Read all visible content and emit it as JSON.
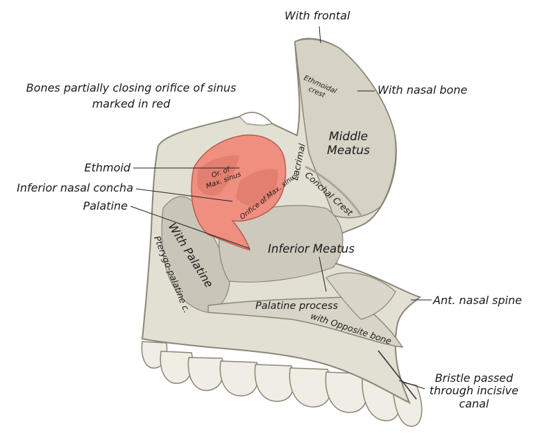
{
  "header": {
    "line1": "Bones partially closing orifice of sinus",
    "line2": "marked in red"
  },
  "labels": {
    "with_frontal": "With frontal",
    "with_nasal_bone": "With nasal bone",
    "ethmoidal_crest_1": "Ethmoidal",
    "ethmoidal_crest_2": "crest",
    "middle_meatus_1": "Middle",
    "middle_meatus_2": "Meatus",
    "lacrimal": "Lacrimal",
    "conchal_crest": "Conchal Crest",
    "ethmoid": "Ethmoid",
    "inferior_nasal_concha": "Inferior nasal concha",
    "palatine": "Palatine",
    "or_max_sinus_1": "Or. of",
    "or_max_sinus_2": "Max. sinus",
    "orifice_max_sinus": "Orifice of Max. sinus",
    "with_palatine": "With Palatine",
    "pterygo_palatine": "Pterygo-palatine c.",
    "inferior_meatus": "Inferior Meatus",
    "palatine_process": "Palatine process",
    "with_opposite_bone": "with Opposite bone",
    "ant_nasal_spine": "Ant. nasal spine",
    "bristle_1": "Bristle passed",
    "bristle_2": "through incisive",
    "bristle_3": "canal"
  },
  "colors": {
    "bone": "#e2dfd3",
    "bone_dark": "#c9c5b8",
    "bone_outline": "#8a8678",
    "sinus_red": "#ef8f80",
    "sinus_red_dark": "#e07a6c",
    "leader": "#222222"
  }
}
